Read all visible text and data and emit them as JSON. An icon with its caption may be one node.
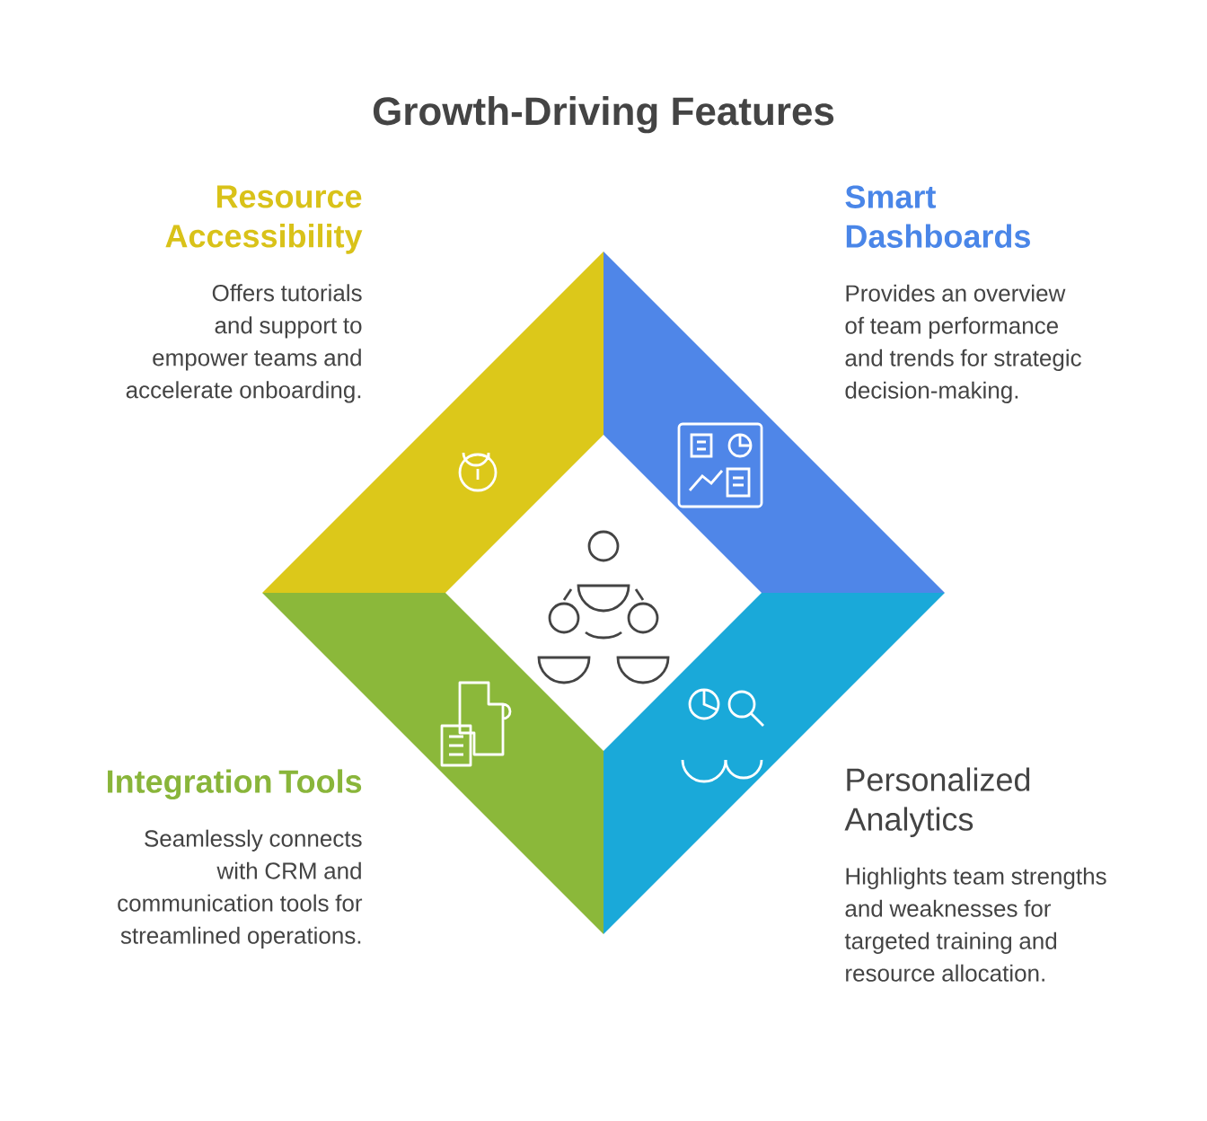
{
  "diagram": {
    "title": "Growth-Driving Features",
    "nodes": [
      {
        "text": [
          "Resource Accessibility",
          "Offers tutorials and support to empower teams and accelerate onboarding."
        ]
      },
      {
        "text": [
          "Smart Dashboards",
          "Provides an overview of team performance and trends for strategic decision-making."
        ]
      },
      {
        "text": [
          "Integration Tools",
          "Seamlessly connects with CRM and communication tools for streamlined operations."
        ]
      },
      {
        "text": [
          "Personalized Analytics",
          "Highlights team strengths and weaknesses for targeted training and resource allocation."
        ]
      }
    ],
    "edges": []
  }
}
